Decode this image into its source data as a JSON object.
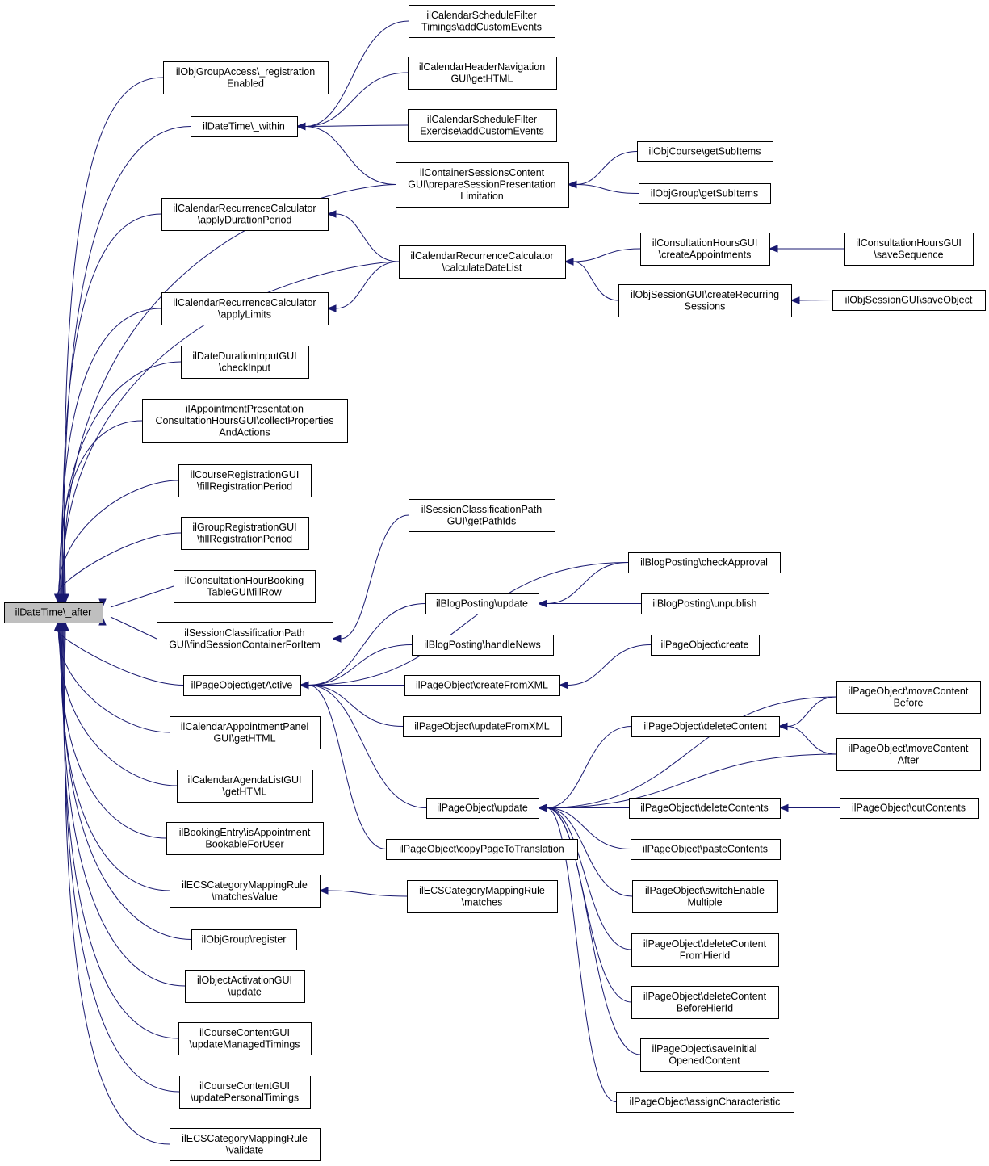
{
  "diagram": {
    "type": "caller-graph",
    "colors": {
      "edge": "#191970",
      "root_fill": "#bfbfbf",
      "node_fill": "#ffffff",
      "border": "#000000"
    },
    "nodes": [
      {
        "id": "root",
        "lines": [
          "ilDateTime\\_after"
        ]
      },
      {
        "id": "n_regEnabled",
        "lines": [
          "ilObjGroupAccess\\_registration",
          "Enabled"
        ]
      },
      {
        "id": "n_within",
        "lines": [
          "ilDateTime\\_within"
        ]
      },
      {
        "id": "n_csfTimings",
        "lines": [
          "ilCalendarScheduleFilter",
          "Timings\\addCustomEvents"
        ]
      },
      {
        "id": "n_chnGetHTML",
        "lines": [
          "ilCalendarHeaderNavigation",
          "GUI\\getHTML"
        ]
      },
      {
        "id": "n_csfExercise",
        "lines": [
          "ilCalendarScheduleFilter",
          "Exercise\\addCustomEvents"
        ]
      },
      {
        "id": "n_cscPrepare",
        "lines": [
          "ilContainerSessionsContent",
          "GUI\\prepareSessionPresentation",
          "Limitation"
        ]
      },
      {
        "id": "n_courseSubItems",
        "lines": [
          "ilObjCourse\\getSubItems"
        ]
      },
      {
        "id": "n_groupSubItems",
        "lines": [
          "ilObjGroup\\getSubItems"
        ]
      },
      {
        "id": "n_applyDuration",
        "lines": [
          "ilCalendarRecurrenceCalculator",
          "\\applyDurationPeriod"
        ]
      },
      {
        "id": "n_calcDateList",
        "lines": [
          "ilCalendarRecurrenceCalculator",
          "\\calculateDateList"
        ]
      },
      {
        "id": "n_createAppointments",
        "lines": [
          "ilConsultationHoursGUI",
          "\\createAppointments"
        ]
      },
      {
        "id": "n_saveSequence",
        "lines": [
          "ilConsultationHoursGUI",
          "\\saveSequence"
        ]
      },
      {
        "id": "n_createRecurring",
        "lines": [
          "ilObjSessionGUI\\createRecurring",
          "Sessions"
        ]
      },
      {
        "id": "n_saveObject",
        "lines": [
          "ilObjSessionGUI\\saveObject"
        ]
      },
      {
        "id": "n_applyLimits",
        "lines": [
          "ilCalendarRecurrenceCalculator",
          "\\applyLimits"
        ]
      },
      {
        "id": "n_checkInput",
        "lines": [
          "ilDateDurationInputGUI",
          "\\checkInput"
        ]
      },
      {
        "id": "n_collectProps",
        "lines": [
          "ilAppointmentPresentation",
          "ConsultationHoursGUI\\collectProperties",
          "AndActions"
        ]
      },
      {
        "id": "n_courseFillReg",
        "lines": [
          "ilCourseRegistrationGUI",
          "\\fillRegistrationPeriod"
        ]
      },
      {
        "id": "n_groupFillReg",
        "lines": [
          "ilGroupRegistrationGUI",
          "\\fillRegistrationPeriod"
        ]
      },
      {
        "id": "n_sessPathIds",
        "lines": [
          "ilSessionClassificationPath",
          "GUI\\getPathIds"
        ]
      },
      {
        "id": "n_checkApproval",
        "lines": [
          "ilBlogPosting\\checkApproval"
        ]
      },
      {
        "id": "n_fillRow",
        "lines": [
          "ilConsultationHourBooking",
          "TableGUI\\fillRow"
        ]
      },
      {
        "id": "n_blogUpdate",
        "lines": [
          "ilBlogPosting\\update"
        ]
      },
      {
        "id": "n_unpublish",
        "lines": [
          "ilBlogPosting\\unpublish"
        ]
      },
      {
        "id": "n_findSession",
        "lines": [
          "ilSessionClassificationPath",
          "GUI\\findSessionContainerForItem"
        ]
      },
      {
        "id": "n_handleNews",
        "lines": [
          "ilBlogPosting\\handleNews"
        ]
      },
      {
        "id": "n_pageCreate",
        "lines": [
          "ilPageObject\\create"
        ]
      },
      {
        "id": "n_getActive",
        "lines": [
          "ilPageObject\\getActive"
        ]
      },
      {
        "id": "n_createFromXML",
        "lines": [
          "ilPageObject\\createFromXML"
        ]
      },
      {
        "id": "n_moveBefore",
        "lines": [
          "ilPageObject\\moveContent",
          "Before"
        ]
      },
      {
        "id": "n_deleteContent",
        "lines": [
          "ilPageObject\\deleteContent"
        ]
      },
      {
        "id": "n_calPanel",
        "lines": [
          "ilCalendarAppointmentPanel",
          "GUI\\getHTML"
        ]
      },
      {
        "id": "n_updateFromXML",
        "lines": [
          "ilPageObject\\updateFromXML"
        ]
      },
      {
        "id": "n_moveAfter",
        "lines": [
          "ilPageObject\\moveContent",
          "After"
        ]
      },
      {
        "id": "n_agendaList",
        "lines": [
          "ilCalendarAgendaListGUI",
          "\\getHTML"
        ]
      },
      {
        "id": "n_pageUpdate",
        "lines": [
          "ilPageObject\\update"
        ]
      },
      {
        "id": "n_deleteContents",
        "lines": [
          "ilPageObject\\deleteContents"
        ]
      },
      {
        "id": "n_cutContents",
        "lines": [
          "ilPageObject\\cutContents"
        ]
      },
      {
        "id": "n_bookable",
        "lines": [
          "ilBookingEntry\\isAppointment",
          "BookableForUser"
        ]
      },
      {
        "id": "n_copyPage",
        "lines": [
          "ilPageObject\\copyPageToTranslation"
        ]
      },
      {
        "id": "n_pasteContents",
        "lines": [
          "ilPageObject\\pasteContents"
        ]
      },
      {
        "id": "n_matchesValue",
        "lines": [
          "ilECSCategoryMappingRule",
          "\\matchesValue"
        ]
      },
      {
        "id": "n_matches",
        "lines": [
          "ilECSCategoryMappingRule",
          "\\matches"
        ]
      },
      {
        "id": "n_switchEnable",
        "lines": [
          "ilPageObject\\switchEnable",
          "Multiple"
        ]
      },
      {
        "id": "n_groupRegister",
        "lines": [
          "ilObjGroup\\register"
        ]
      },
      {
        "id": "n_delFromHier",
        "lines": [
          "ilPageObject\\deleteContent",
          "FromHierId"
        ]
      },
      {
        "id": "n_activationUpdate",
        "lines": [
          "ilObjectActivationGUI",
          "\\update"
        ]
      },
      {
        "id": "n_delBeforeHier",
        "lines": [
          "ilPageObject\\deleteContent",
          "BeforeHierId"
        ]
      },
      {
        "id": "n_updManaged",
        "lines": [
          "ilCourseContentGUI",
          "\\updateManagedTimings"
        ]
      },
      {
        "id": "n_saveInitial",
        "lines": [
          "ilPageObject\\saveInitial",
          "OpenedContent"
        ]
      },
      {
        "id": "n_updPersonal",
        "lines": [
          "ilCourseContentGUI",
          "\\updatePersonalTimings"
        ]
      },
      {
        "id": "n_assignChar",
        "lines": [
          "ilPageObject\\assignCharacteristic"
        ]
      },
      {
        "id": "n_validate",
        "lines": [
          "ilECSCategoryMappingRule",
          "\\validate"
        ]
      }
    ],
    "edges": [
      [
        "n_regEnabled",
        "root"
      ],
      [
        "n_within",
        "root"
      ],
      [
        "n_cscPrepare",
        "root"
      ],
      [
        "n_applyDuration",
        "root"
      ],
      [
        "n_calcDateList",
        "root"
      ],
      [
        "n_applyLimits",
        "root"
      ],
      [
        "n_checkInput",
        "root"
      ],
      [
        "n_collectProps",
        "root"
      ],
      [
        "n_courseFillReg",
        "root"
      ],
      [
        "n_groupFillReg",
        "root"
      ],
      [
        "n_fillRow",
        "root"
      ],
      [
        "n_findSession",
        "root"
      ],
      [
        "n_getActive",
        "root"
      ],
      [
        "n_calPanel",
        "root"
      ],
      [
        "n_agendaList",
        "root"
      ],
      [
        "n_bookable",
        "root"
      ],
      [
        "n_matchesValue",
        "root"
      ],
      [
        "n_groupRegister",
        "root"
      ],
      [
        "n_activationUpdate",
        "root"
      ],
      [
        "n_updManaged",
        "root"
      ],
      [
        "n_updPersonal",
        "root"
      ],
      [
        "n_validate",
        "root"
      ],
      [
        "n_csfTimings",
        "n_within"
      ],
      [
        "n_chnGetHTML",
        "n_within"
      ],
      [
        "n_csfExercise",
        "n_within"
      ],
      [
        "n_cscPrepare",
        "n_within"
      ],
      [
        "n_courseSubItems",
        "n_cscPrepare"
      ],
      [
        "n_groupSubItems",
        "n_cscPrepare"
      ],
      [
        "n_calcDateList",
        "n_applyDuration"
      ],
      [
        "n_calcDateList",
        "n_applyLimits"
      ],
      [
        "n_createAppointments",
        "n_calcDateList"
      ],
      [
        "n_createRecurring",
        "n_calcDateList"
      ],
      [
        "n_saveSequence",
        "n_createAppointments"
      ],
      [
        "n_saveObject",
        "n_createRecurring"
      ],
      [
        "n_sessPathIds",
        "n_findSession"
      ],
      [
        "n_checkApproval",
        "n_getActive"
      ],
      [
        "n_blogUpdate",
        "n_getActive"
      ],
      [
        "n_handleNews",
        "n_getActive"
      ],
      [
        "n_createFromXML",
        "n_getActive"
      ],
      [
        "n_updateFromXML",
        "n_getActive"
      ],
      [
        "n_pageUpdate",
        "n_getActive"
      ],
      [
        "n_copyPage",
        "n_getActive"
      ],
      [
        "n_checkApproval",
        "n_blogUpdate"
      ],
      [
        "n_unpublish",
        "n_blogUpdate"
      ],
      [
        "n_pageCreate",
        "n_createFromXML"
      ],
      [
        "n_moveBefore",
        "n_deleteContent"
      ],
      [
        "n_moveAfter",
        "n_deleteContent"
      ],
      [
        "n_cutContents",
        "n_deleteContents"
      ],
      [
        "n_moveBefore",
        "n_pageUpdate"
      ],
      [
        "n_deleteContent",
        "n_pageUpdate"
      ],
      [
        "n_moveAfter",
        "n_pageUpdate"
      ],
      [
        "n_deleteContents",
        "n_pageUpdate"
      ],
      [
        "n_pasteContents",
        "n_pageUpdate"
      ],
      [
        "n_switchEnable",
        "n_pageUpdate"
      ],
      [
        "n_delFromHier",
        "n_pageUpdate"
      ],
      [
        "n_delBeforeHier",
        "n_pageUpdate"
      ],
      [
        "n_saveInitial",
        "n_pageUpdate"
      ],
      [
        "n_assignChar",
        "n_pageUpdate"
      ],
      [
        "n_matches",
        "n_matchesValue"
      ]
    ]
  }
}
